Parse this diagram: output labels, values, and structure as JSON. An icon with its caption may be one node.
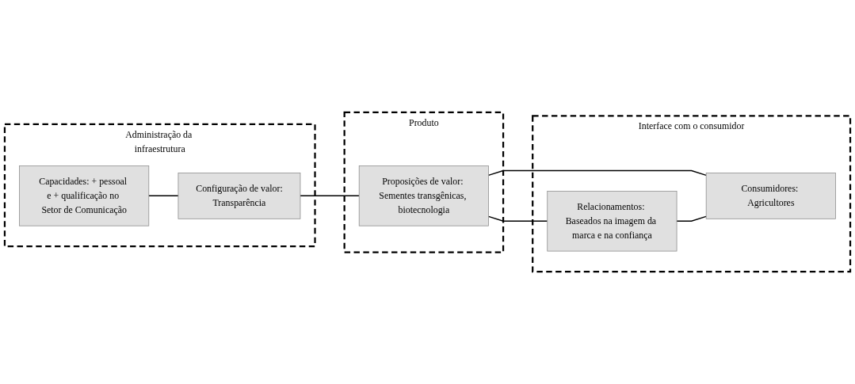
{
  "diagram": {
    "nodes": [
      {
        "text": [
          "Administração da infraestrutura"
        ]
      },
      {
        "text": [
          "Capacidades: + pessoal e + qualificação no Setor de Comunicação"
        ],
        "in": 0
      },
      {
        "text": [
          "Configuração de valor:",
          "Transparência"
        ],
        "in": 0
      },
      {
        "text": [
          "Produto"
        ]
      },
      {
        "text": [
          "Proposições de valor: Sementes transgênicas, biotecnologia"
        ],
        "in": 3
      },
      {
        "text": [
          "Interface com o consumidor"
        ]
      },
      {
        "text": [
          "Relacionamentos: Baseados na imagem da marca e na confiança"
        ],
        "in": 5
      },
      {
        "text": [
          "Consumidores: Agricultores"
        ],
        "in": 5
      }
    ],
    "edges": [
      {
        "from": 1,
        "to": 2,
        "arrow": "none"
      },
      {
        "from": 2,
        "to": 4,
        "arrow": "none"
      },
      {
        "from": 4,
        "to": 6,
        "arrow": "none"
      },
      {
        "from": 4,
        "to": 7,
        "arrow": "none"
      },
      {
        "from": 6,
        "to": 7,
        "arrow": "none"
      }
    ]
  }
}
